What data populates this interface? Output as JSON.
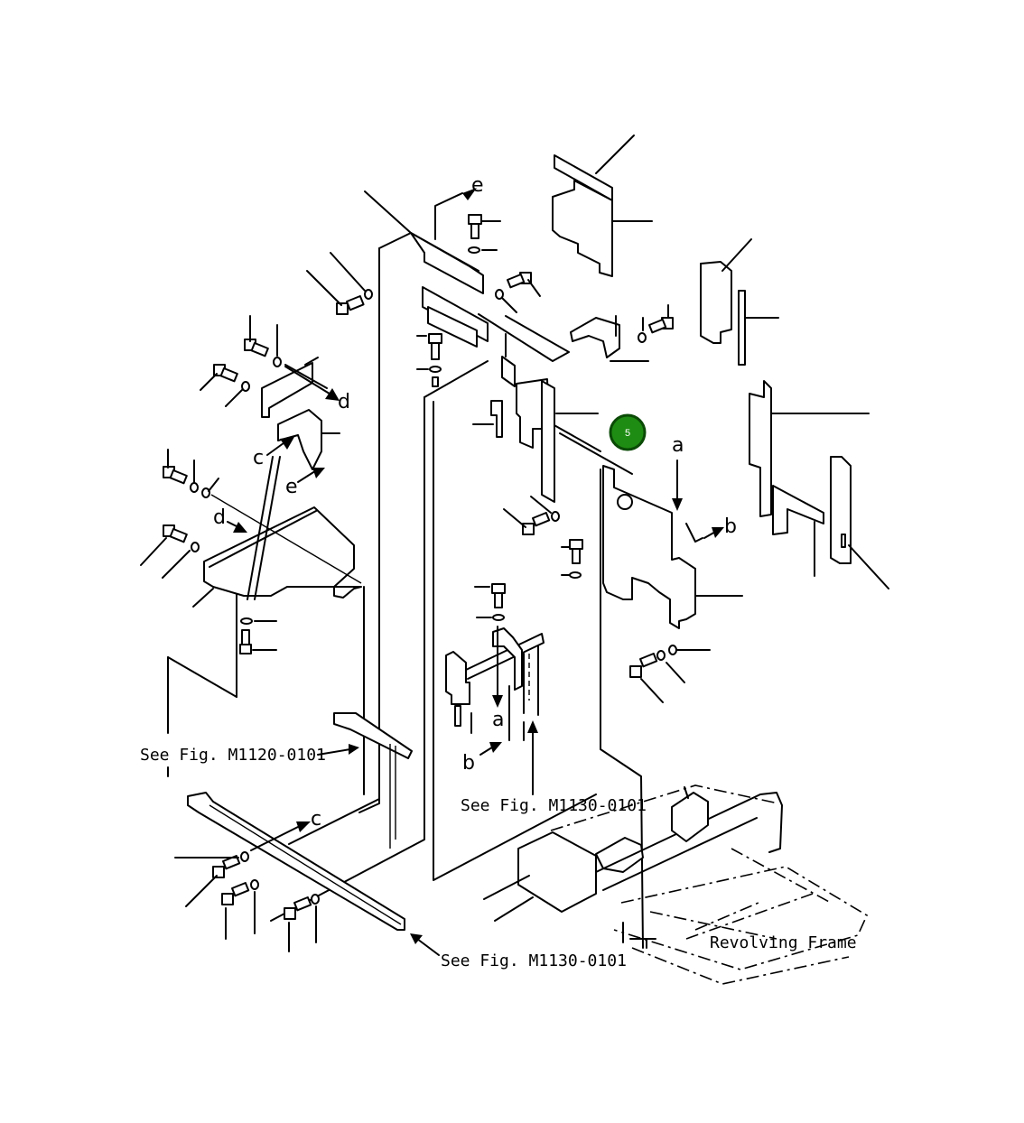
{
  "callouts": {
    "ref_m1120_top": "See Fig. M1120-0101",
    "ref_m1130_mid": "See Fig. M1130-0101",
    "ref_m1130_bottom": "See Fig. M1130-0101",
    "revolving_frame": "Revolving Frame"
  },
  "connection_letters": {
    "a1": "a",
    "a2": "a",
    "b1": "b",
    "b2": "b",
    "c1": "c",
    "c2": "c",
    "d1": "d",
    "d2": "d",
    "e1": "e",
    "e2": "e"
  },
  "hotspot": {
    "label": "5",
    "color": "#1e8c12",
    "ring_color": "#0a4a06"
  }
}
